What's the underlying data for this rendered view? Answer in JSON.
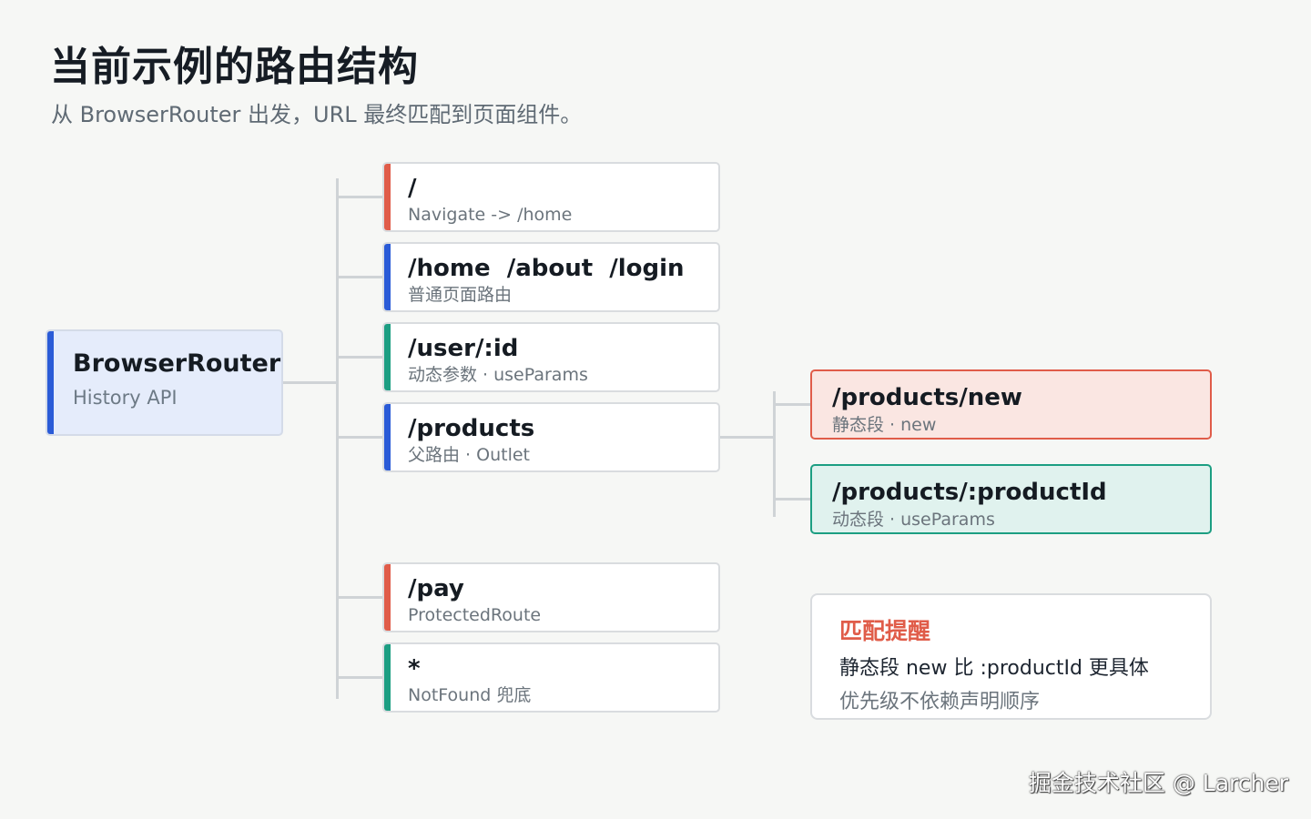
{
  "header": {
    "title": "当前示例的路由结构",
    "subtitle": "从 BrowserRouter 出发，URL 最终匹配到页面组件。"
  },
  "colors": {
    "red": "#e05c49",
    "blue": "#2a5bd7",
    "green": "#1c9e82",
    "line": "#cfd3d6"
  },
  "root": {
    "title": "BrowserRouter",
    "sub": "History API"
  },
  "routes": [
    {
      "title": "/",
      "sub": "Navigate -> /home",
      "accent": "red"
    },
    {
      "title": "/home  /about  /login",
      "sub": "普通页面路由",
      "accent": "blue"
    },
    {
      "title": "/user/:id",
      "sub": "动态参数 · useParams",
      "accent": "green"
    },
    {
      "title": "/products",
      "sub": "父路由 · Outlet",
      "accent": "blue"
    },
    {
      "title": "/pay",
      "sub": "ProtectedRoute",
      "accent": "red"
    },
    {
      "title": "*",
      "sub": "NotFound 兜底",
      "accent": "green"
    }
  ],
  "nested": [
    {
      "title": "/products/new",
      "sub": "静态段 · new"
    },
    {
      "title": "/products/:productId",
      "sub": "动态段 · useParams"
    }
  ],
  "tip": {
    "heading": "匹配提醒",
    "line1": "静态段 new 比 :productId 更具体",
    "line2": "优先级不依赖声明顺序"
  },
  "watermark": "掘金技术社区 @ Larcher"
}
